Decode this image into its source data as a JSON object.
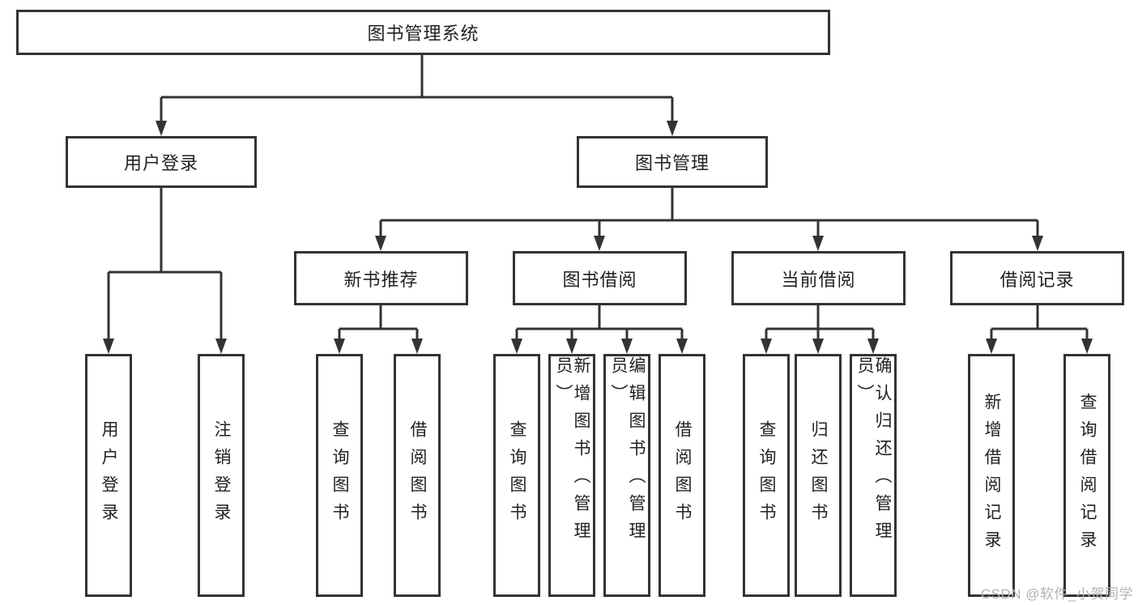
{
  "tree": {
    "root": "图书管理系统",
    "branches": [
      {
        "label": "用户登录",
        "children": [
          "用户登录",
          "注销登录"
        ]
      },
      {
        "label": "图书管理",
        "sections": [
          {
            "label": "新书推荐",
            "children": [
              "查询图书",
              "借阅图书"
            ]
          },
          {
            "label": "图书借阅",
            "children": [
              "查询图书",
              "新增图书（管理员）",
              "编辑图书（管理员）",
              "借阅图书"
            ]
          },
          {
            "label": "当前借阅",
            "children": [
              "查询图书",
              "归还图书",
              "确认归还（管理员）"
            ]
          },
          {
            "label": "借阅记录",
            "children": [
              "新增借阅记录",
              "查询借阅记录"
            ]
          }
        ]
      }
    ]
  },
  "watermark": "CSDN @软件_小贺同学",
  "colors": {
    "line": "#333333",
    "text": "#222222",
    "box_fill": "#ffffff",
    "watermark": "#b3b3b3",
    "background": "#ffffff"
  }
}
